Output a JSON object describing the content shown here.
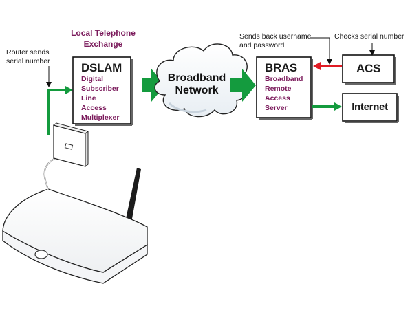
{
  "colors": {
    "accent_green": "#149b3e",
    "accent_red": "#e01b24",
    "label_purple": "#7b1b5c",
    "box_border": "#111111"
  },
  "exchange": {
    "heading_line1": "Local Telephone",
    "heading_line2": "Exchange"
  },
  "router_note": {
    "line1": "Router sends",
    "line2": "serial number"
  },
  "dslam": {
    "title": "DSLAM",
    "lines": [
      "Digital",
      "Subscriber",
      "Line",
      "Access",
      "Multiplexer"
    ]
  },
  "cloud": {
    "line1": "Broadband",
    "line2": "Network"
  },
  "bras": {
    "title": "BRAS",
    "lines": [
      "Broadband",
      "Remote",
      "Access",
      "Server"
    ]
  },
  "acs": {
    "title": "ACS"
  },
  "internet": {
    "title": "Internet"
  },
  "bras_note": {
    "line1": "Sends back username",
    "line2": "and password"
  },
  "acs_note": {
    "text": "Checks serial number"
  },
  "icons": [
    "router-icon",
    "wall-socket-icon",
    "cloud-icon"
  ]
}
